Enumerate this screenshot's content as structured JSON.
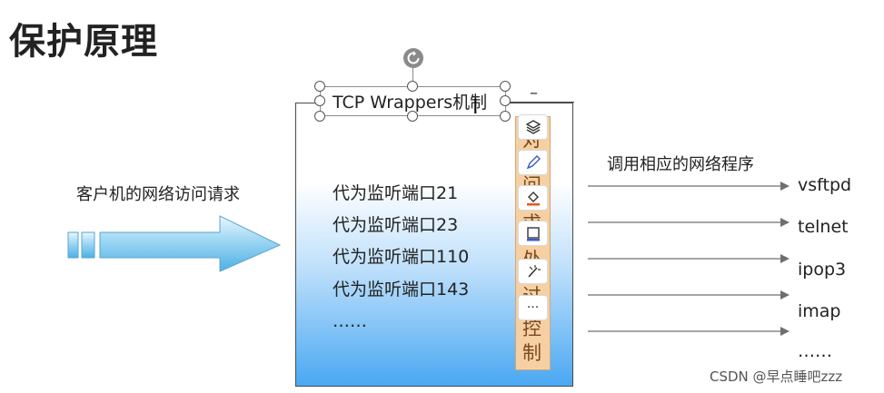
{
  "page_title": "保护原理",
  "left_label": "客户机的网络访问请求",
  "text_box": {
    "label": "TCP Wrappers机制"
  },
  "ports": [
    "代为监听端口21",
    "代为监听端口23",
    "代为监听端口110",
    "代为监听端口143",
    "……"
  ],
  "control_bar_chars": [
    "对",
    "问",
    "求",
    "处",
    "过",
    "控",
    "制"
  ],
  "right_header": "调用相应的网络程序",
  "programs": [
    "vsftpd",
    "telnet",
    "ipop3",
    "imap",
    "……"
  ],
  "minus_mark": "–",
  "watermark": "CSDN @早点睡吧zzz",
  "colors": {
    "gradient_bottom": "#4aa8f2",
    "control_bar": "#f6d0a3",
    "arrow_fill": "#74c2ea"
  },
  "toolbar_icons": [
    "layers-icon",
    "pen-icon",
    "paint-bucket-icon",
    "frame-icon",
    "magic-wand-icon",
    "more-icon"
  ]
}
